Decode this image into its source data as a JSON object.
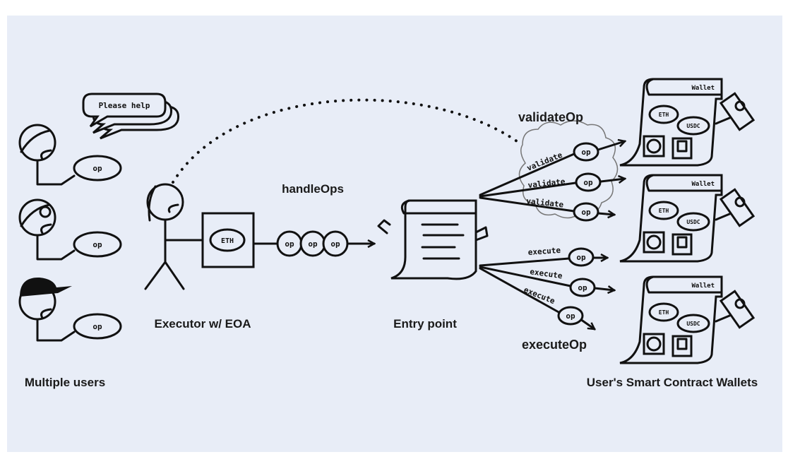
{
  "labels": {
    "users": "Multiple users",
    "executor": "Executor w/ EOA",
    "handle_ops": "handleOps",
    "entry_point": "Entry point",
    "validate_op": "validateOp",
    "execute_op": "executeOp",
    "wallets": "User's Smart Contract Wallets"
  },
  "speech_bubble": "Please help",
  "op": "op",
  "eth": "ETH",
  "usdc": "USDC",
  "wallet_title": "Wallet",
  "validate": "validate",
  "execute": "execute",
  "colors": {
    "background": "#e8edf7",
    "ink": "#111111"
  }
}
